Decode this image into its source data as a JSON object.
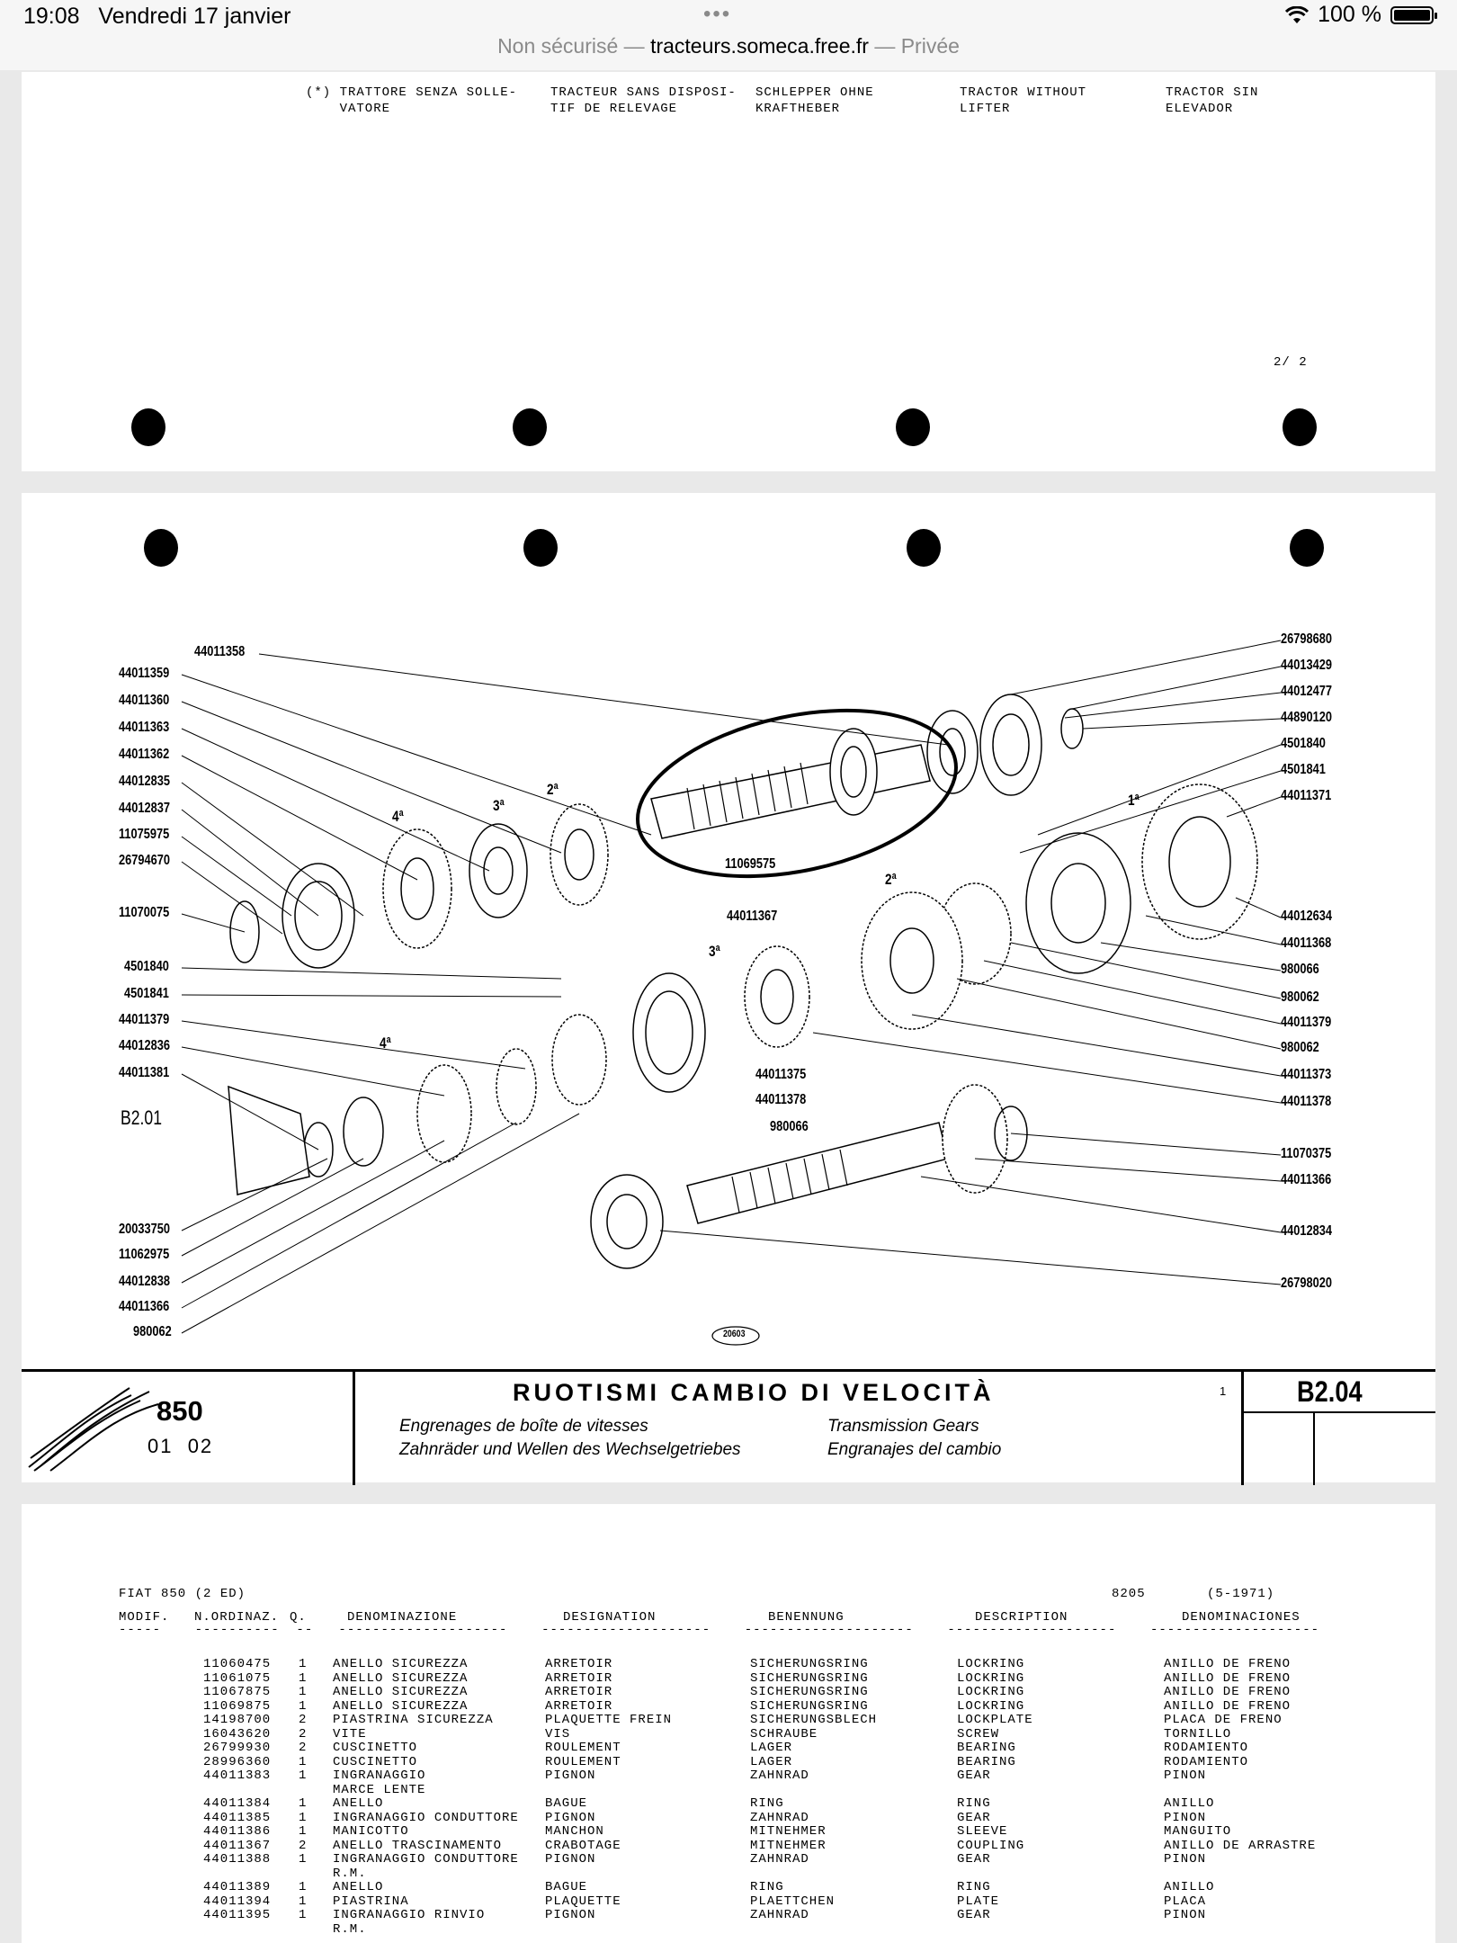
{
  "status": {
    "time": "19:08",
    "date": "Vendredi 17 janvier",
    "battery": "100 %"
  },
  "url": {
    "prefix": "Non sécurisé — ",
    "host": "tracteurs.someca.free.fr",
    "suffix": " — Privée"
  },
  "page1": {
    "headers": [
      "(*) TRATTORE SENZA SOLLE-\n    VATORE",
      "TRACTEUR SANS DISPOSI-\nTIF DE RELEVAGE",
      "SCHLEPPER OHNE\nKRAFTHEBER",
      "TRACTOR WITHOUT\nLIFTER",
      "TRACTOR SIN\nELEVADOR"
    ],
    "page_num": "2/ 2"
  },
  "drawing": {
    "left_labels": [
      "44011358",
      "44011359",
      "44011360",
      "44011363",
      "44011362",
      "44012835",
      "44012837",
      "11075975",
      "26794670",
      "11070075",
      "4501840",
      "4501841",
      "44011379",
      "44012836",
      "44011381",
      "B2.01",
      "20033750",
      "11062975",
      "44012838",
      "44011366",
      "980062"
    ],
    "right_labels": [
      "26798680",
      "44013429",
      "44012477",
      "44890120",
      "4501840",
      "4501841",
      "44011371",
      "44012634",
      "44011368",
      "980066",
      "980062",
      "44011379",
      "980062",
      "44011373",
      "44011378",
      "11070375",
      "44011366",
      "44012834",
      "26798020"
    ],
    "mid_labels": [
      "11069575",
      "44011367",
      "44011375",
      "44011378",
      "980066",
      "20603"
    ],
    "gear_marks": [
      "4ª",
      "3ª",
      "2ª",
      "1ª",
      "2ª",
      "3ª",
      "4ª"
    ]
  },
  "title_block": {
    "model": "850",
    "model_sub": "01  02",
    "title_it": "RUOTISMI CAMBIO DI VELOCITÀ",
    "sheet_no": "1",
    "code": "B2.04",
    "title_fr": "Engrenages de boîte de vitesses",
    "title_de": "Zahnräder und Wellen des Wechselgetriebes",
    "title_en": "Transmission Gears",
    "title_es": "Engranajes del cambio"
  },
  "list": {
    "header_left": "FIAT 850 (2 ED)",
    "header_code": "8205",
    "header_date": "(5-1971)",
    "columns": [
      "MODIF.",
      "N.ORDINAZ.",
      "Q.",
      "DENOMINAZIONE",
      "DESIGNATION",
      "BENENNUNG",
      "DESCRIPTION",
      "DENOMINACIONES"
    ],
    "rows": [
      [
        "11060475",
        "1",
        "ANELLO SICUREZZA",
        "ARRETOIR",
        "SICHERUNGSRING",
        "LOCKRING",
        "ANILLO DE FRENO"
      ],
      [
        "11061075",
        "1",
        "ANELLO SICUREZZA",
        "ARRETOIR",
        "SICHERUNGSRING",
        "LOCKRING",
        "ANILLO DE FRENO"
      ],
      [
        "11067875",
        "1",
        "ANELLO SICUREZZA",
        "ARRETOIR",
        "SICHERUNGSRING",
        "LOCKRING",
        "ANILLO DE FRENO"
      ],
      [
        "11069875",
        "1",
        "ANELLO SICUREZZA",
        "ARRETOIR",
        "SICHERUNGSRING",
        "LOCKRING",
        "ANILLO DE FRENO"
      ],
      [
        "14198700",
        "2",
        "PIASTRINA SICUREZZA",
        "PLAQUETTE FREIN",
        "SICHERUNGSBLECH",
        "LOCKPLATE",
        "PLACA DE FRENO"
      ],
      [
        "16043620",
        "2",
        "VITE",
        "VIS",
        "SCHRAUBE",
        "SCREW",
        "TORNILLO"
      ],
      [
        "26799930",
        "2",
        "CUSCINETTO",
        "ROULEMENT",
        "LAGER",
        "BEARING",
        "RODAMIENTO"
      ],
      [
        "28996360",
        "1",
        "CUSCINETTO",
        "ROULEMENT",
        "LAGER",
        "BEARING",
        "RODAMIENTO"
      ],
      [
        "44011383",
        "1",
        "INGRANAGGIO",
        "PIGNON",
        "ZAHNRAD",
        "GEAR",
        "PINON"
      ],
      [
        "",
        "",
        "MARCE LENTE",
        "",
        "",
        "",
        ""
      ],
      [
        "44011384",
        "1",
        "ANELLO",
        "BAGUE",
        "RING",
        "RING",
        "ANILLO"
      ],
      [
        "44011385",
        "1",
        "INGRANAGGIO CONDUTTORE",
        "PIGNON",
        "ZAHNRAD",
        "GEAR",
        "PINON"
      ],
      [
        "44011386",
        "1",
        "MANICOTTO",
        "MANCHON",
        "MITNEHMER",
        "SLEEVE",
        "MANGUITO"
      ],
      [
        "44011367",
        "2",
        "ANELLO TRASCINAMENTO",
        "CRABOTAGE",
        "MITNEHMER",
        "COUPLING",
        "ANILLO DE ARRASTRE"
      ],
      [
        "44011388",
        "1",
        "INGRANAGGIO CONDUTTORE",
        "PIGNON",
        "ZAHNRAD",
        "GEAR",
        "PINON"
      ],
      [
        "",
        "",
        "R.M.",
        "",
        "",
        "",
        ""
      ],
      [
        "44011389",
        "1",
        "ANELLO",
        "BAGUE",
        "RING",
        "RING",
        "ANILLO"
      ],
      [
        "44011394",
        "1",
        "PIASTRINA",
        "PLAQUETTE",
        "PLAETTCHEN",
        "PLATE",
        "PLACA"
      ],
      [
        "44011395",
        "1",
        "INGRANAGGIO RINVIO",
        "PIGNON",
        "ZAHNRAD",
        "GEAR",
        "PINON"
      ],
      [
        "",
        "",
        "R.M.",
        "",
        "",
        "",
        ""
      ]
    ]
  }
}
